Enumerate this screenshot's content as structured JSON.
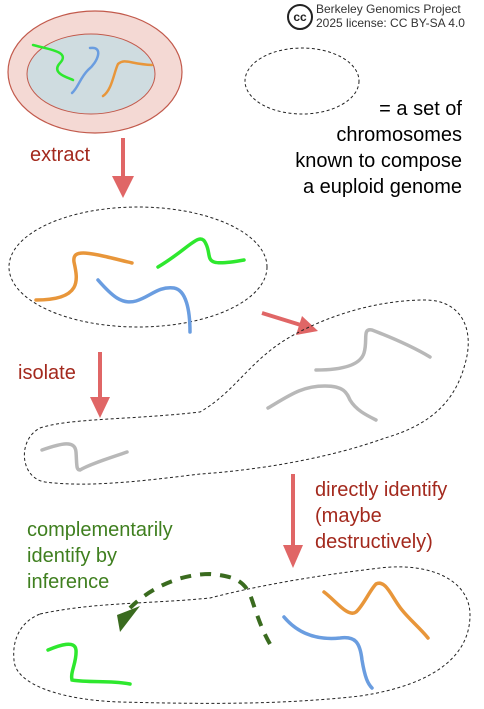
{
  "credit": {
    "logo": "cc",
    "line1": "Berkeley Genomics Project",
    "line2": "2025 license: CC BY-SA 4.0"
  },
  "legend_text": [
    "= a set of",
    "chromosomes",
    "known to compose",
    "a euploid genome"
  ],
  "steps": {
    "extract": "extract",
    "isolate": "isolate",
    "direct": [
      "directly identify",
      "(maybe",
      "destructively)"
    ],
    "inference": [
      "complementarily",
      "identify by",
      "inference"
    ]
  },
  "colors": {
    "orange": "#e8963a",
    "green": "#2ee82e",
    "blue": "#6a9de0",
    "gray": "#b8b8b8",
    "red_arrow": "#e06666",
    "dark_green": "#3a6b1f",
    "label_red": "#a3291d",
    "label_green": "#3f7f1f"
  }
}
